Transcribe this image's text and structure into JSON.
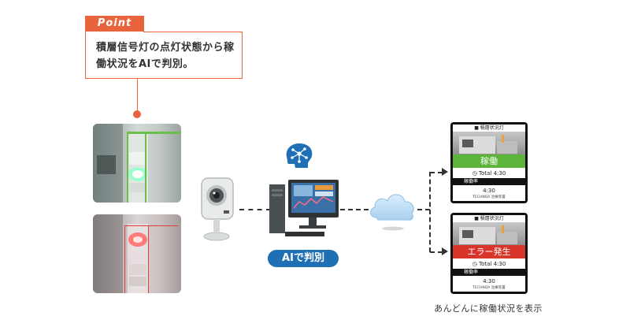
{
  "point": {
    "tag": "Point",
    "text": "積層信号灯の点灯状態から稼働状況をAIで判別。"
  },
  "ai_badge": "AIで判別",
  "cards": [
    {
      "header": "■ 積層状況灯",
      "status": "稼働",
      "status_color": "#5cb53a",
      "total": "◷ Total 4:30",
      "bar_label": "稼働率",
      "time": "4:30",
      "footer": "TECHNOA 治療装置"
    },
    {
      "header": "■ 積層状況灯",
      "status": "エラー発生",
      "status_color": "#d9362b",
      "total": "◷ Total 4:30",
      "bar_label": "稼働率",
      "time": "4:30",
      "footer": "TECHNOA 治療装置"
    }
  ],
  "caption": "あんどんに稼働状況を表示",
  "colors": {
    "accent": "#e8643c",
    "ai_blue": "#1f6fb5",
    "running_green": "#5cb53a",
    "error_red": "#d9362b"
  }
}
